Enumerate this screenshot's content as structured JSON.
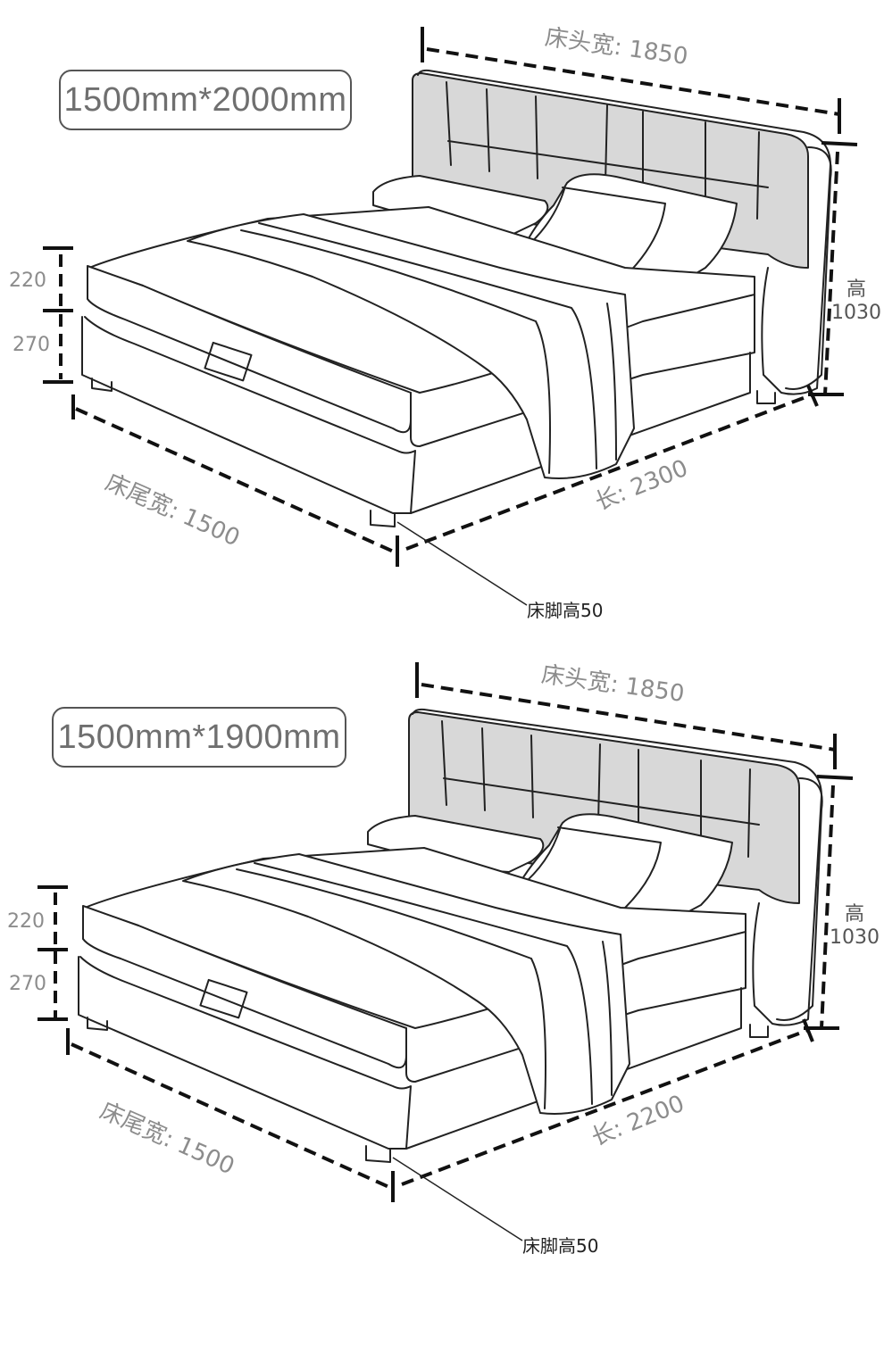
{
  "panels": [
    {
      "size_label": "1500mm*2000mm",
      "headboard_width": "床头宽: 1850",
      "height_label": "高",
      "height_value": "1030",
      "mattress_thickness": "220",
      "base_height": "270",
      "foot_width": "床尾宽: 1500",
      "length": "长: 2300",
      "leg_height": "床脚高50"
    },
    {
      "size_label": "1500mm*1900mm",
      "headboard_width": "床头宽: 1850",
      "height_label": "高",
      "height_value": "1030",
      "mattress_thickness": "220",
      "base_height": "270",
      "foot_width": "床尾宽: 1500",
      "length": "长: 2200",
      "leg_height": "床脚高50"
    }
  ],
  "colors": {
    "line": "#222222",
    "headboard_fill": "#d8d8d8",
    "dimension_line": "#111111"
  }
}
